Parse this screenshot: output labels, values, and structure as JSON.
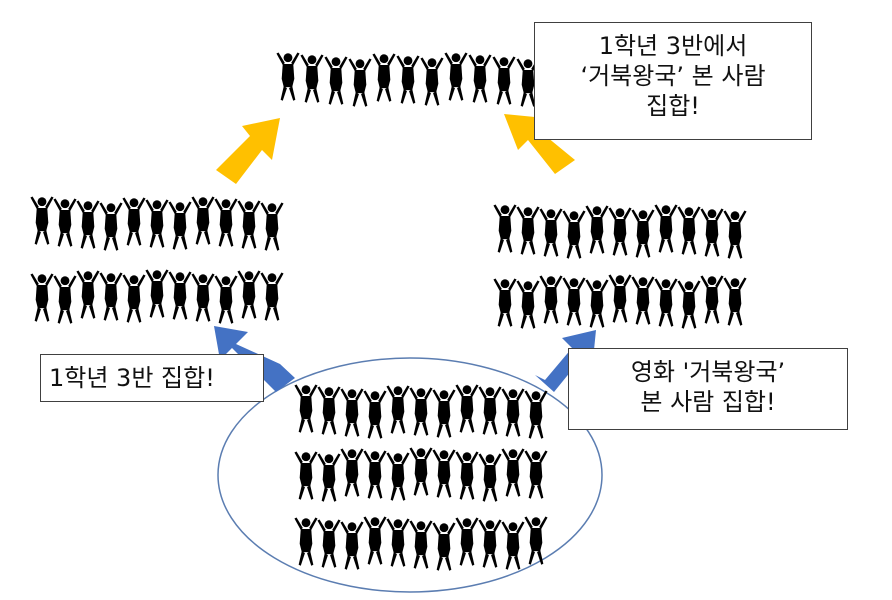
{
  "colors": {
    "blue_arrow": "#4472C4",
    "yellow_arrow": "#FFC000",
    "ellipse_stroke": "#5B7DB1",
    "silhouette": "#000000"
  },
  "icons": {
    "person": "dancing-person-silhouette-icon"
  },
  "labels": {
    "top_right": [
      "1학년 3반에서",
      "‘거북왕국’ 본 사람",
      "집합!"
    ],
    "left": [
      "1학년 3반 집합!"
    ],
    "right": [
      "영화 '거북왕국’",
      "본 사람 집합!"
    ]
  },
  "groups": {
    "top": [
      {
        "count": 11
      }
    ],
    "left": [
      {
        "count": 11
      },
      {
        "count": 11
      }
    ],
    "right": [
      {
        "count": 11
      },
      {
        "count": 11
      }
    ],
    "ellipse": [
      {
        "count": 11
      },
      {
        "count": 11
      },
      {
        "count": 11
      }
    ]
  }
}
